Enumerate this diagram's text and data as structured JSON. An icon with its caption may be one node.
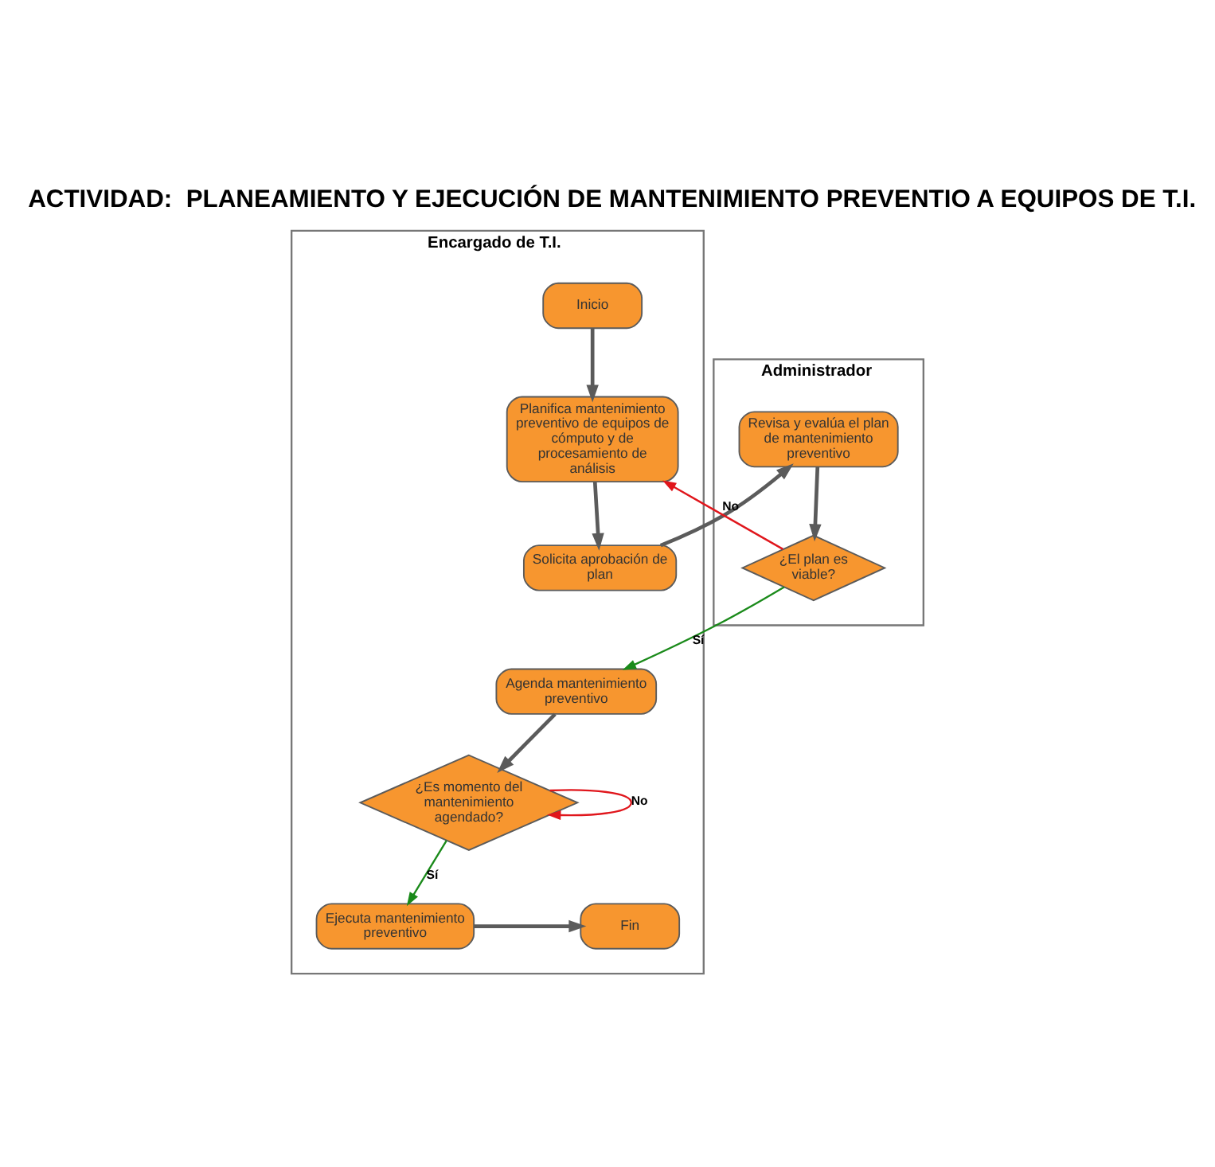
{
  "diagram": {
    "title": "ACTIVIDAD:  PLANEAMIENTO Y EJECUCIÓN DE MANTENIMIENTO PREVENTIO A EQUIPOS DE T.I.",
    "nodes": [
      {
        "text": [
          "Encargado de T.I."
        ]
      },
      {
        "text": [
          "Administrador"
        ]
      },
      {
        "text": [
          "Inicio"
        ],
        "in": 0
      },
      {
        "text": [
          "Planifica mantenimiento preventivo de equipos de cómputo y de procesamiento de análisis"
        ],
        "in": 0
      },
      {
        "text": [
          "Solicita aprobación de plan"
        ],
        "in": 0
      },
      {
        "text": [
          "Revisa y evalúa el plan de mantenimiento preventivo"
        ],
        "in": 1
      },
      {
        "text": [
          "¿El plan es viable?"
        ],
        "in": 1
      },
      {
        "text": [
          "Agenda mantenimiento preventivo"
        ],
        "in": 0
      },
      {
        "text": [
          "¿Es momento del mantenimiento agendado?"
        ],
        "in": 0
      },
      {
        "text": [
          "Ejecuta mantenimiento preventivo"
        ],
        "in": 0
      },
      {
        "text": [
          "Fin"
        ],
        "in": 0
      }
    ],
    "edges": [
      {
        "from": 2,
        "to": 3,
        "arrow": "to"
      },
      {
        "from": 3,
        "to": 4,
        "arrow": "to"
      },
      {
        "from": 4,
        "to": 5,
        "arrow": "to"
      },
      {
        "from": 5,
        "to": 6,
        "arrow": "to"
      },
      {
        "from": 6,
        "to": 3,
        "arrow": "to",
        "label": "No",
        "color": "#e0161c"
      },
      {
        "from": 6,
        "to": 7,
        "arrow": "to",
        "label": "Sí",
        "color": "#1a8a1a"
      },
      {
        "from": 7,
        "to": 8,
        "arrow": "to"
      },
      {
        "from": 8,
        "to": 8,
        "arrow": "to",
        "label": "No",
        "color": "#e0161c"
      },
      {
        "from": 8,
        "to": 9,
        "arrow": "to",
        "label": "Sí",
        "color": "#1a8a1a"
      },
      {
        "from": 9,
        "to": 10,
        "arrow": "to"
      }
    ]
  }
}
